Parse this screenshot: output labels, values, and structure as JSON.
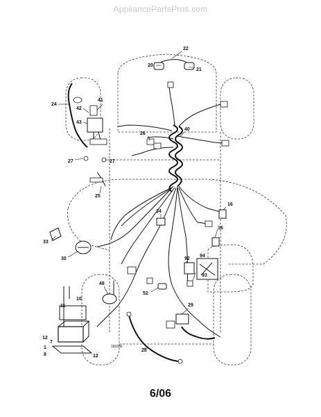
{
  "header": {
    "watermark": "AppliancePartsPros.com"
  },
  "diagram": {
    "callouts": {
      "c22": "22",
      "c20": "20",
      "c21": "21",
      "c24": "24",
      "c41": "41",
      "c42": "42",
      "c43": "43",
      "c40": "40",
      "c26": "26",
      "c27a": "27",
      "c27b": "27",
      "c25": "25",
      "c34": "34",
      "c16a": "16",
      "c16b": "16",
      "c33": "33",
      "c30": "30",
      "c92": "92",
      "c94": "94",
      "c93": "93",
      "c48": "48",
      "c52": "52",
      "c29": "29",
      "c11": "11",
      "c10": "10",
      "c12a": "12",
      "c12b": "12",
      "c7": "7",
      "c1": "1",
      "c8": "8",
      "c28": "28"
    },
    "figure_code": "183266"
  },
  "footer": {
    "date": "6/06"
  }
}
